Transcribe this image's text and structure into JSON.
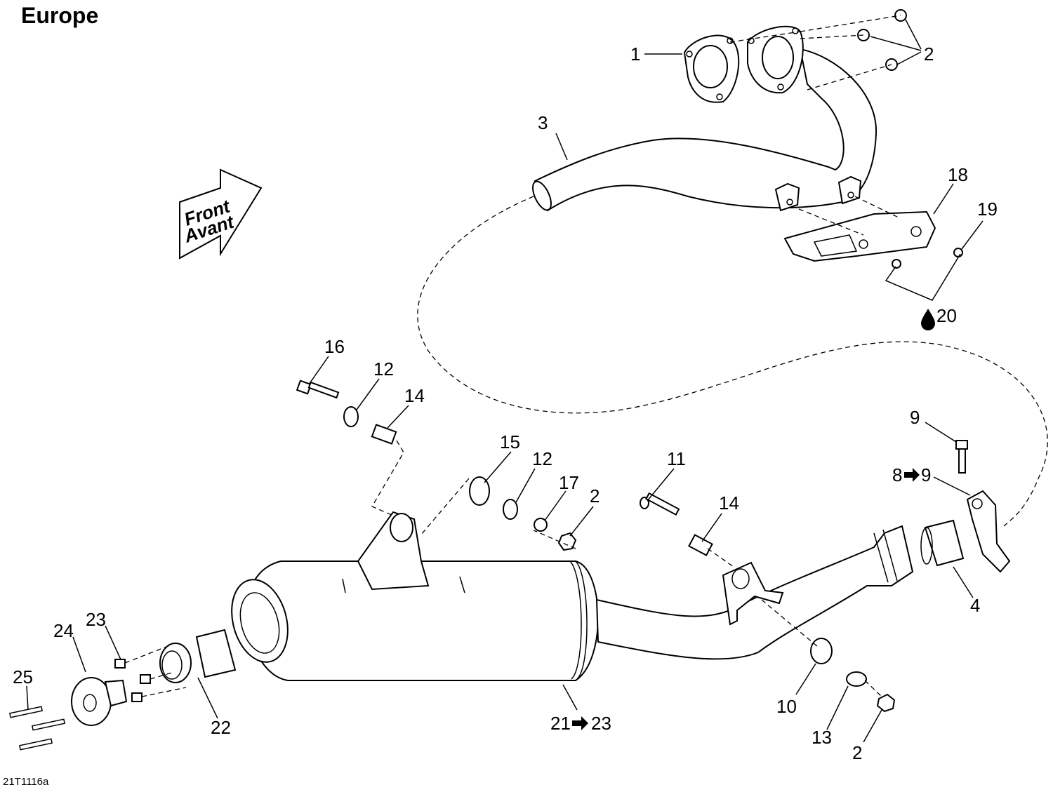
{
  "title": "Europe",
  "doc_ref": "21T1116a",
  "front_arrow": {
    "line1": "Front",
    "line2": "Avant"
  },
  "callouts": {
    "c1": "1",
    "c2a": "2",
    "c3": "3",
    "c18": "18",
    "c19": "19",
    "c20": "20",
    "c16": "16",
    "c12a": "12",
    "c14a": "14",
    "c15": "15",
    "c12b": "12",
    "c17": "17",
    "c2b": "2",
    "c11": "11",
    "c14b": "14",
    "c9": "9",
    "c8": "8",
    "c8b": "9",
    "c4": "4",
    "c23": "23",
    "c24": "24",
    "c25": "25",
    "c22": "22",
    "c21": "21",
    "c21b": "23",
    "c10": "10",
    "c13": "13",
    "c2c": "2"
  },
  "symbols": {
    "drop": "drop-icon",
    "arrow": "arrow-right-icon"
  }
}
